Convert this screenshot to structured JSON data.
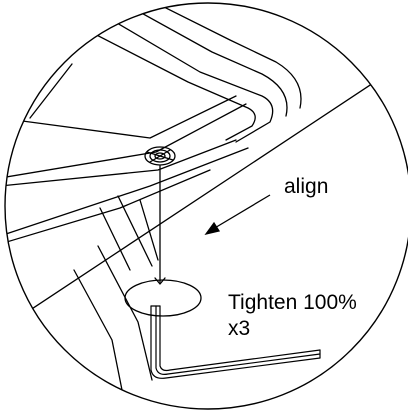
{
  "labels": {
    "align": "align",
    "tighten": "Tighten 100%",
    "quantity": "x3"
  },
  "colors": {
    "line": "#000000",
    "background": "#ffffff"
  }
}
